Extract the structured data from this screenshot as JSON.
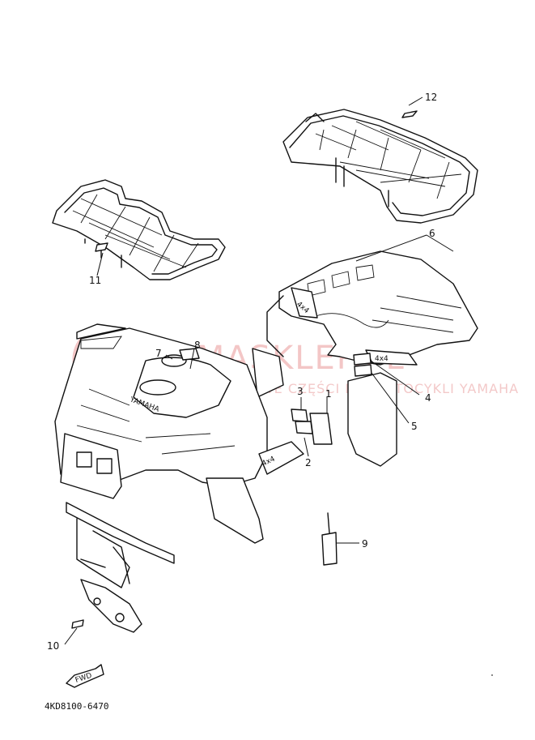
{
  "watermark": {
    "title": "YAMASKLEP.PL",
    "subtitle": "MOTOCYKLOWE CZĘŚCI DO MOTOCYKLI YAMAHA",
    "color": "#f3c6c6"
  },
  "parts": [
    {
      "number": "1"
    },
    {
      "number": "2"
    },
    {
      "number": "3"
    },
    {
      "number": "4"
    },
    {
      "number": "5"
    },
    {
      "number": "6"
    },
    {
      "number": "7"
    },
    {
      "number": "8"
    },
    {
      "number": "9"
    },
    {
      "number": "10"
    },
    {
      "number": "11"
    },
    {
      "number": "12"
    }
  ],
  "decals": {
    "front_badge": "YAMAHA",
    "fender_badge": "4x4",
    "rear_badge": "4x4",
    "side_badge": "4x4",
    "fwd_arrow": "FWD"
  },
  "diagram_code": "4KD8100-6470"
}
